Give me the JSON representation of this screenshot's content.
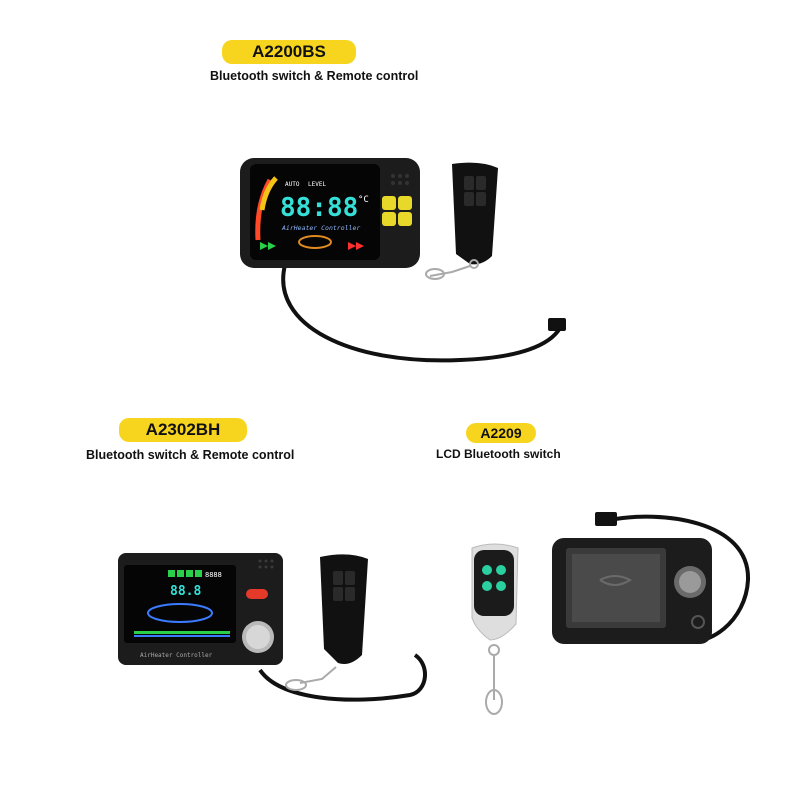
{
  "products": [
    {
      "model": "A2200BS",
      "description": "Bluetooth switch & Remote control"
    },
    {
      "model": "A2302BH",
      "description": "Bluetooth switch & Remote control"
    },
    {
      "model": "A2209",
      "description": "LCD Bluetooth switch"
    }
  ],
  "devices": {
    "a2200bs_screen": {
      "digits": "88:88",
      "mode_label": "AUTO",
      "level_label": "LEVEL",
      "unit": "°C",
      "brand_text": "AirHeater Controller"
    },
    "a2302bh_screen": {
      "digits": "88.8",
      "counter": "8888",
      "brand_text": "AirHeater Controller"
    }
  },
  "colors": {
    "badge": "#f7d51e",
    "device_body": "#1c1c1c",
    "screen_cyan": "#34e0d7"
  }
}
